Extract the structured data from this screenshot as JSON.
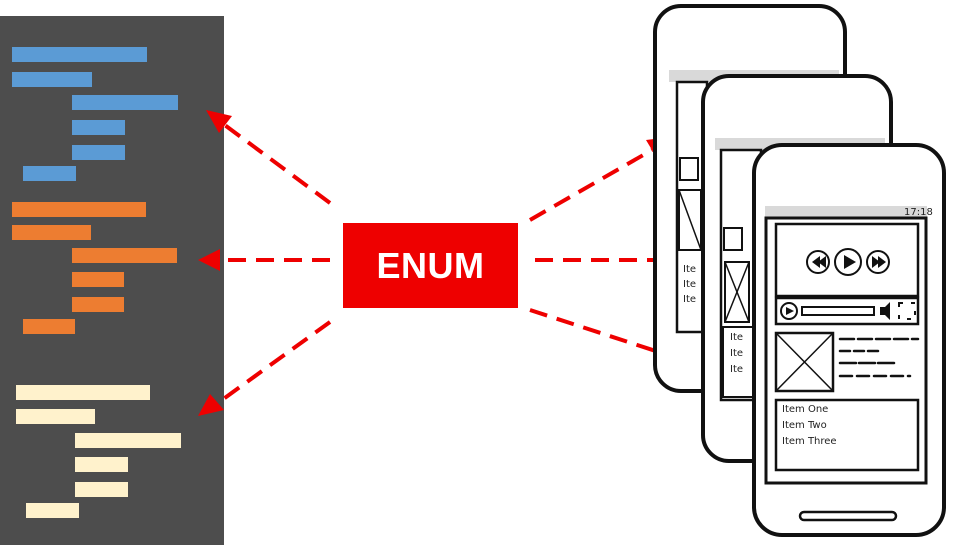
{
  "center": {
    "label": "ENUM"
  },
  "colors": {
    "panel": "#4d4d4d",
    "blue": "#5b9bd5",
    "orange": "#ed7d31",
    "cream": "#fff2cc",
    "arrow": "#ee0000",
    "box": "#ee0000"
  },
  "code_groups": [
    {
      "name": "blue",
      "color": "#5b9bd5"
    },
    {
      "name": "orange",
      "color": "#ed7d31"
    },
    {
      "name": "cream",
      "color": "#fff2cc"
    }
  ],
  "phone": {
    "status_time": "17:18",
    "list_items": [
      "Item One",
      "Item Two",
      "Item Three"
    ],
    "back_list_items": [
      "Ite",
      "Ite",
      "Ite"
    ]
  }
}
